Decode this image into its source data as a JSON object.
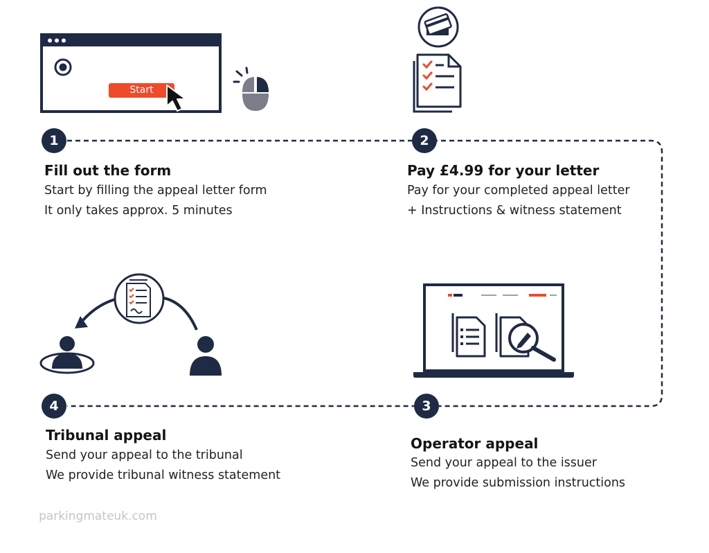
{
  "colors": {
    "navy": "#1f2a44",
    "accent": "#ef4a2a",
    "grey": "#7b7d88",
    "watermark": "#c4c4c4"
  },
  "form_window": {
    "button_label": "Start"
  },
  "steps": [
    {
      "number": "1",
      "title": "Fill out the form",
      "lines": [
        "Start by filling the appeal letter form",
        "It only takes approx. 5 minutes"
      ],
      "icon": "browser-window-mouse-icon"
    },
    {
      "number": "2",
      "title": "Pay £4.99 for your letter",
      "lines": [
        "Pay for your completed appeal letter",
        "+ Instructions & witness statement"
      ],
      "icon": "card-payment-checklist-icon"
    },
    {
      "number": "3",
      "title": "Operator appeal",
      "lines": [
        "Send your appeal to the issuer",
        "We provide submission instructions"
      ],
      "icon": "laptop-documents-magnifier-icon"
    },
    {
      "number": "4",
      "title": "Tribunal appeal",
      "lines": [
        "Send your appeal to the tribunal",
        "We provide tribunal witness statement"
      ],
      "icon": "people-document-exchange-icon"
    }
  ],
  "watermark": "parkingmateuk.com"
}
